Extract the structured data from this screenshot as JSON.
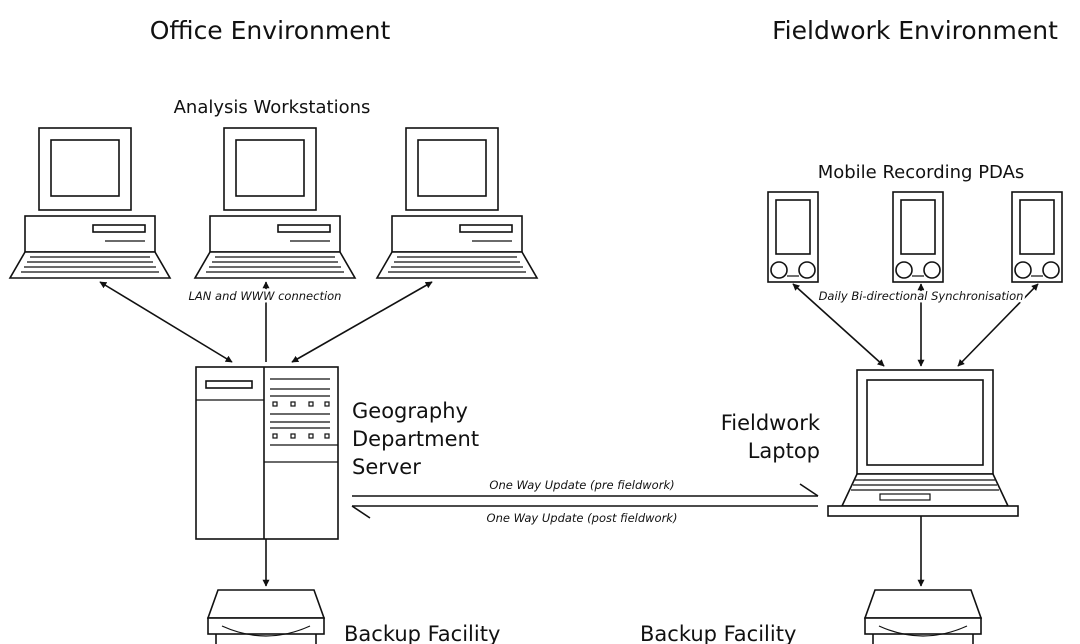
{
  "headings": {
    "office": "Office Environment",
    "fieldwork": "Fieldwork Environment"
  },
  "groups": {
    "workstations": "Analysis Workstations",
    "pdas": "Mobile Recording PDAs"
  },
  "nodes": {
    "server": [
      "Geography",
      "Department",
      "Server"
    ],
    "laptop": [
      "Fieldwork",
      "Laptop"
    ],
    "backup_office": "Backup Facility",
    "backup_field": "Backup Facility"
  },
  "connections": {
    "lan": "LAN and WWW connection",
    "sync": "Daily Bi-directional Synchronisation",
    "update_pre": "One Way Update (pre fieldwork)",
    "update_post": "One Way Update (post fieldwork)"
  }
}
